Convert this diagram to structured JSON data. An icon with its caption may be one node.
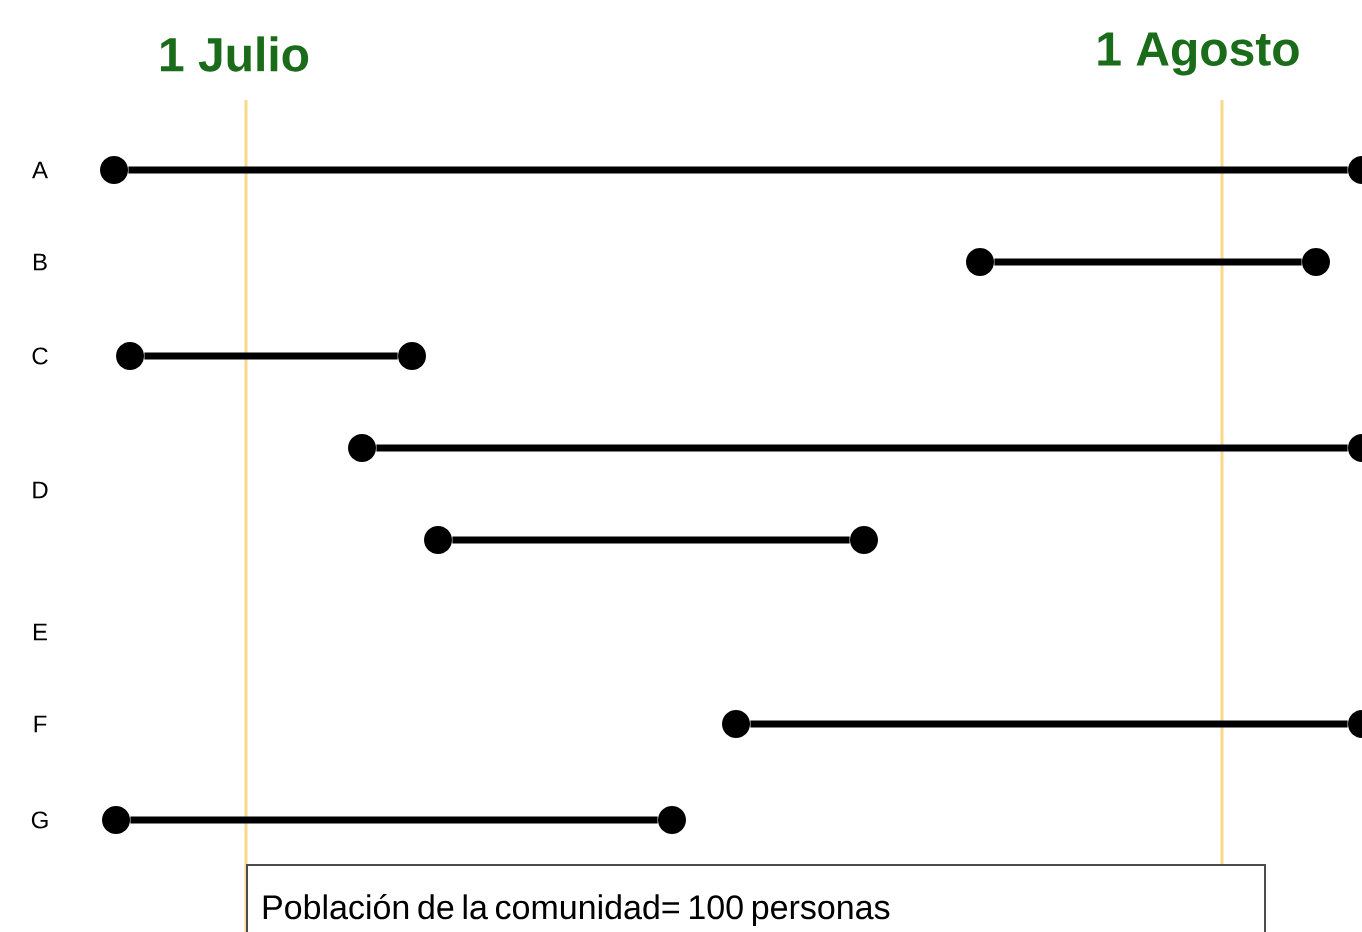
{
  "diagram": {
    "nodes": [
      {
        "text": [
          "Población de la comunidad= 100 personas"
        ]
      },
      {
        "text": [],
        "shape": "circle"
      },
      {
        "text": [],
        "shape": "circle"
      },
      {
        "text": [],
        "shape": "circle"
      },
      {
        "text": [],
        "shape": "circle"
      },
      {
        "text": [],
        "shape": "circle"
      },
      {
        "text": [],
        "shape": "circle"
      },
      {
        "text": [],
        "shape": "circle"
      },
      {
        "text": [],
        "shape": "circle"
      },
      {
        "text": [],
        "shape": "circle"
      },
      {
        "text": [],
        "shape": "circle"
      },
      {
        "text": [],
        "shape": "circle"
      },
      {
        "text": [],
        "shape": "circle"
      },
      {
        "text": [],
        "shape": "circle"
      },
      {
        "text": [],
        "shape": "circle"
      }
    ],
    "edges": [
      {
        "from": 1,
        "to": 2,
        "arrow": "none"
      },
      {
        "from": 3,
        "to": 4,
        "arrow": "none"
      },
      {
        "from": 5,
        "to": 6,
        "arrow": "none"
      },
      {
        "from": 7,
        "to": 8,
        "arrow": "none"
      },
      {
        "from": 9,
        "to": 10,
        "arrow": "none"
      },
      {
        "from": 11,
        "to": 12,
        "arrow": "none"
      },
      {
        "from": 13,
        "to": 14,
        "arrow": "none"
      }
    ],
    "labels": [
      "1 Julio",
      "1 Agosto",
      "A",
      "B",
      "C",
      "D",
      "E",
      "F",
      "G"
    ]
  }
}
